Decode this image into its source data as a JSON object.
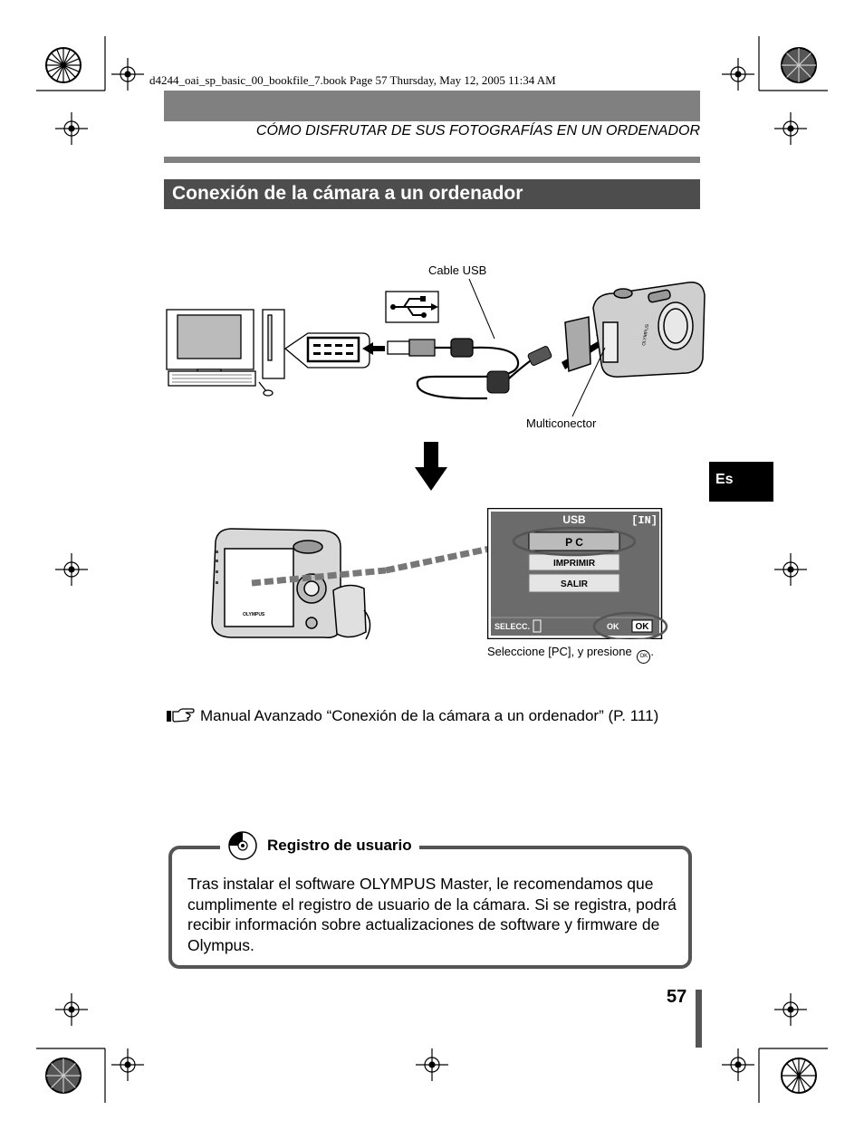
{
  "print_info": {
    "book_line": "d4244_oai_sp_basic_00_bookfile_7.book  Page 57  Thursday, May 12, 2005  11:34 AM"
  },
  "header": {
    "section": "CÓMO DISFRUTAR DE SUS FOTOGRAFÍAS EN UN ORDENADOR"
  },
  "title": "Conexión de la cámara a un ordenador",
  "lang_tab": "Es",
  "diagram": {
    "cable_label": "Cable USB",
    "connector_label": "Multiconector",
    "camera_brand": "OLYMPUS"
  },
  "lcd": {
    "heading": "USB",
    "memory_badge": "[IN]",
    "options": [
      "P C",
      "IMPRIMIR",
      "SALIR"
    ],
    "footer_left": "SELECC.",
    "footer_right": "OK",
    "ok_badge": "OK"
  },
  "caption": {
    "text": "Seleccione [PC], y presione",
    "button_glyph": "OK",
    "end": "."
  },
  "reference": {
    "text": "Manual Avanzado “Conexión de la cámara a un ordenador” (P. 111)"
  },
  "note": {
    "title": "Registro de usuario",
    "body": "Tras instalar el software OLYMPUS Master, le recomendamos que cumplimente el registro de usuario de la cámara. Si se registra, podrá recibir información sobre actualizaciones de software y firmware de Olympus."
  },
  "page_number": "57",
  "colors": {
    "header_gray": "#808080",
    "title_bar": "#4d4d4d",
    "tab_black": "#000000",
    "lcd_bg": "#6b6b6b"
  }
}
